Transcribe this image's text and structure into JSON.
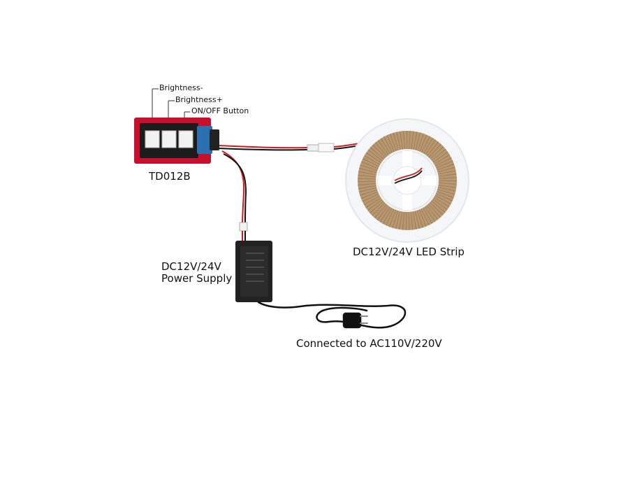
{
  "controller": {
    "model": "TD012B",
    "buttons": {
      "brightness_down": "Brightness-",
      "brightness_up": "Brightness+",
      "power": "ON/OFF Button"
    }
  },
  "led_strip": {
    "label": "DC12V/24V LED Strip"
  },
  "power_supply": {
    "label_line1": "DC12V/24V",
    "label_line2": "Power Supply"
  },
  "mains": {
    "label": "Connected to AC110V/220V"
  },
  "colors": {
    "controller_red": "#c8102e",
    "controller_body": "#1c1c1c",
    "connector_blue": "#2a6fb0",
    "wire_red": "#d01a1a",
    "wire_black": "#111111",
    "led_chip": "#b89870",
    "reel": "#f4f6f8"
  }
}
